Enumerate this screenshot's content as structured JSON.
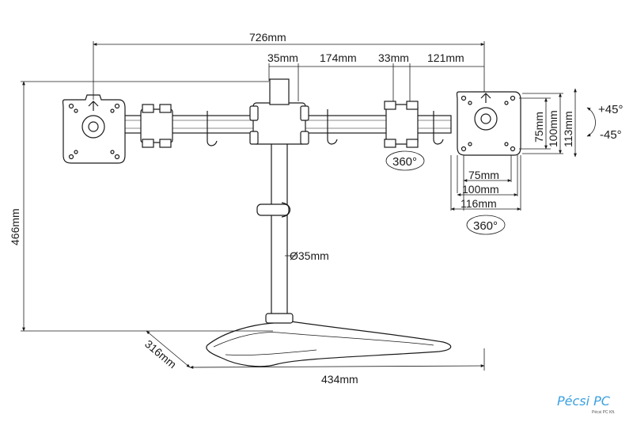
{
  "dimensions": {
    "total_width": "726mm",
    "offset_left": "35mm",
    "span_center": "174mm",
    "offset_right": "33mm",
    "arm_end": "121mm",
    "height": "466mm",
    "pole_diameter": "Ø35mm",
    "base_depth": "316mm",
    "base_width": "434mm",
    "vesa_h_small": "75mm",
    "vesa_h_large": "100mm",
    "plate_width": "116mm",
    "vesa_v_small": "75mm",
    "vesa_v_large": "100mm",
    "plate_height": "113mm"
  },
  "tilt": {
    "up": "+45°",
    "down": "-45°"
  },
  "rotation": {
    "joint": "360°",
    "plate": "360°"
  },
  "brand": {
    "name": "Pécsi PC",
    "sub": "Pécsi PC Kft."
  },
  "colors": {
    "line": "#1a1a1a",
    "fill": "#ffffff",
    "brand": "#3aa0e0"
  }
}
